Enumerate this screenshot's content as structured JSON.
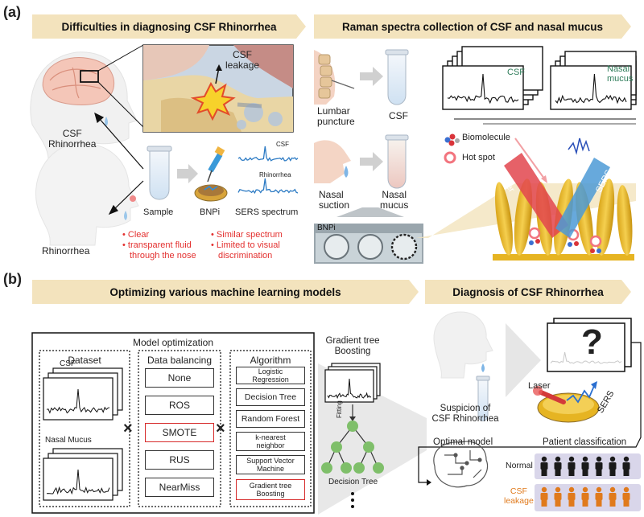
{
  "panel_labels": {
    "a": "(a)",
    "b": "(b)"
  },
  "banners": {
    "difficulties": "Difficulties in diagnosing CSF Rhinorrhea",
    "raman": "Raman spectra collection of CSF and nasal mucus",
    "optimizing": "Optimizing various machine learning models",
    "diagnosis": "Diagnosis of CSF Rhinorrhea"
  },
  "panel_a": {
    "csf_leakage": "CSF\nleakage",
    "csf_rhinorrhea": "CSF\nRhinorrhea",
    "rhinorrhea": "Rhinorrhea",
    "sample": "Sample",
    "bnpi": "BNPi",
    "spectrum_csf": "CSF",
    "spectrum_rhinorrhea": "Rhinorrhea",
    "sers_spectrum": "SERS spectrum",
    "notes_left": [
      "Clear",
      "transparent fluid",
      "through the nose"
    ],
    "notes_right": [
      "Similar spectrum",
      "Limited to visual",
      "discrimination"
    ],
    "lumbar_puncture": "Lumbar\npuncture",
    "csf_tube": "CSF",
    "nasal_suction": "Nasal\nsuction",
    "nasal_mucus_tube": "Nasal\nmucus",
    "bnpi_chip": "BNPi",
    "spectra_csf": "CSF",
    "spectra_nasal": "Nasal\nmucus",
    "legend_biomolecule": "Biomolecule",
    "legend_hotspot": "Hot spot",
    "laser": "Laser",
    "sers": "SERS"
  },
  "panel_b": {
    "model_optimization": "Model optimization",
    "dataset": "Dataset",
    "dataset_csf": "CSF",
    "dataset_nasal": "Nasal Mucus",
    "data_balancing": "Data balancing",
    "balancing_options": [
      "None",
      "ROS",
      "SMOTE",
      "RUS",
      "NearMiss"
    ],
    "algorithm": "Algorithm",
    "algorithm_options": [
      "Logistic\nRegression",
      "Decision Tree",
      "Random Forest",
      "k-nearest\nneighbor",
      "Support Vector\nMachine",
      "Gradient tree\nBoosting"
    ],
    "times": "×",
    "gradient_tree_boosting": "Gradient tree\nBoosting",
    "fitting": "Fitting",
    "decision_tree": "Decision Tree",
    "question": "?",
    "laser": "Laser",
    "sers": "SERS",
    "suspicion": "Suspicion of\nCSF Rhinorrhea",
    "optimal_model": "Optimal model",
    "patient_classification": "Patient classification",
    "normal": "Normal",
    "csf_leakage": "CSF\nleakage"
  },
  "colors": {
    "banner": "#f3e3bd",
    "note_red": "#e3302f",
    "spectrum_blue": "#2d7bc4",
    "csf_green": "#2f7d5a",
    "tree_green": "#7fbf6a",
    "gold": "#e6b422",
    "normal_person": "#1a1a1a",
    "leak_person": "#e07a1c",
    "person_bg": "#d9d6ea"
  }
}
